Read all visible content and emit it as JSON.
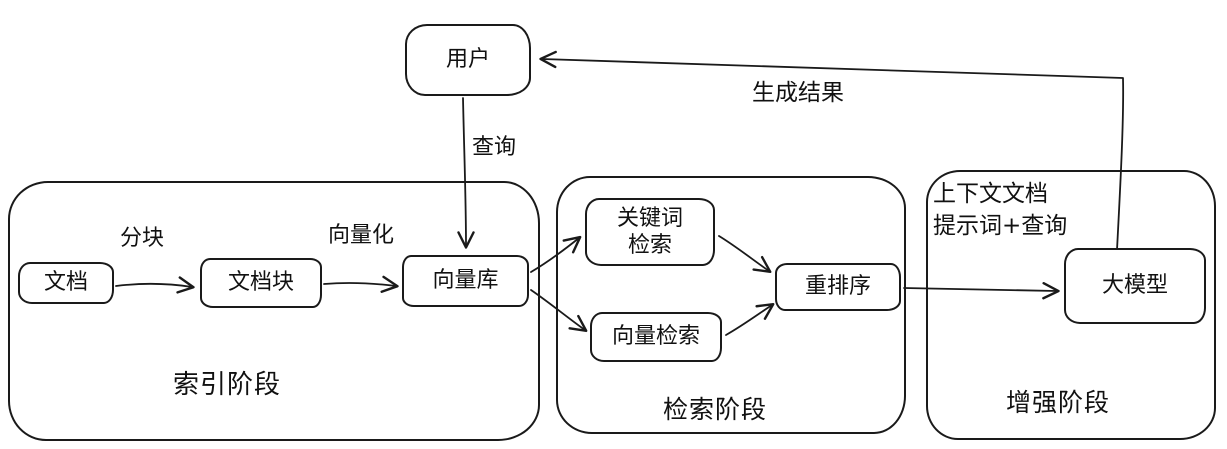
{
  "diagram": {
    "user_node": "用户",
    "labels": {
      "query": "查询",
      "result": "生成结果",
      "chunking": "分块",
      "vectorize": "向量化"
    },
    "indexing": {
      "title": "索引阶段",
      "document": "文档",
      "document_chunk": "文档块",
      "vector_store": "向量库"
    },
    "retrieval": {
      "title": "检索阶段",
      "keyword_search_line1": "关键词",
      "keyword_search_line2": "检索",
      "vector_search": "向量检索",
      "rerank": "重排序"
    },
    "augmentation": {
      "title": "增强阶段",
      "context_note_line1": "上下文文档",
      "context_note_line2": "提示词+查询",
      "llm": "大模型"
    }
  }
}
